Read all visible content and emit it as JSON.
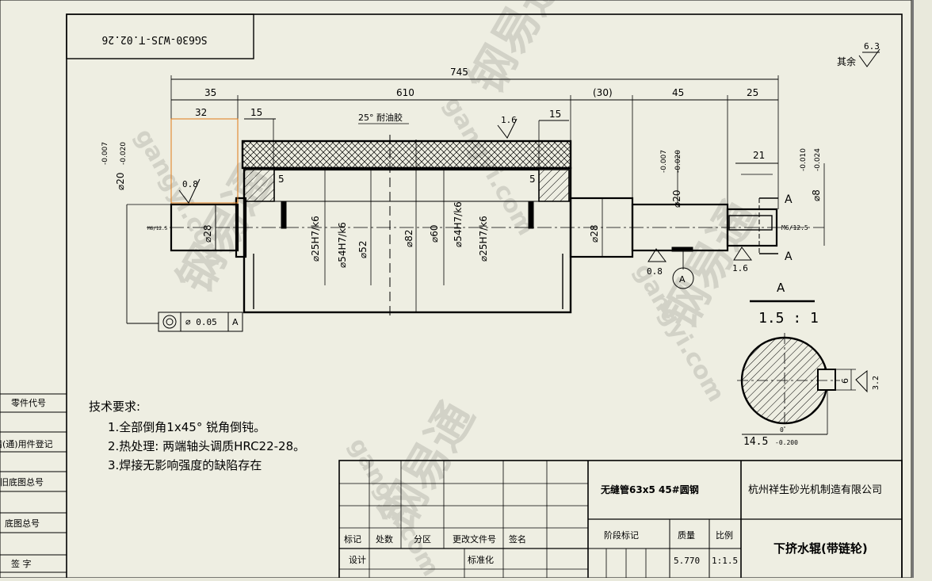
{
  "drawing_number": "SG630-WJS-T.02.26",
  "surface_finish_note": {
    "label": "其余",
    "value": "6.3"
  },
  "dimensions": {
    "overall": "745",
    "left_journal": "35",
    "roll_body": "610",
    "ref_30": "(30)",
    "right_45": "45",
    "right_25": "25",
    "d32": "32",
    "d15_left": "15",
    "d15_right": "15",
    "d5_left": "5",
    "d5_right": "5",
    "d21": "21"
  },
  "annotations": {
    "rubber": "25° 耐油胶",
    "rough_08_left": "0.8",
    "rough_16_top": "1.6",
    "rough_08_right": "0.8",
    "rough_16_right": "1.6",
    "datum": "A",
    "section_mark": "A",
    "section_scale": "1.5 : 1",
    "center_left": "M6/12.5",
    "center_right": "M6/12.5"
  },
  "diameters": {
    "left_tol_top": "-0.007",
    "left_tol_bot": "-0.020",
    "left_d20": "⌀20",
    "left_d28": "⌀28",
    "d25_left": "⌀25H7/k6",
    "d54": "⌀54H7/k6",
    "d52": "⌀52",
    "d82": "⌀82",
    "d60": "⌀60",
    "d54_right": "⌀54H7/k6",
    "d25_right": "⌀25H7/k6",
    "right_d28": "⌀28",
    "right_d20": "⌀20",
    "right_tol_top": "-0.007",
    "right_tol_bot": "-0.020",
    "shaft_d8": "⌀8",
    "shaft_tol_top": "-0.010",
    "shaft_tol_bot": "-0.024"
  },
  "tolerance_frame": {
    "symbol": "◎",
    "value": "⌀ 0.05",
    "datum": "A"
  },
  "key_section": {
    "width": "6",
    "depth": "14.5",
    "depth_tol": "-0.200",
    "depth_tol_top": "0",
    "roughness": "3.2"
  },
  "tech_requirements": {
    "title": "技术要求:",
    "items": [
      "1.全部倒角1x45° 锐角倒钝。",
      "2.热处理: 两端轴头调质HRC22-28。",
      "3.焊接无影响强度的缺陷存在"
    ]
  },
  "left_labels": [
    "零件代号",
    "借(通)用件登记",
    "旧底图总号",
    "底图总号",
    "签    字"
  ],
  "title_block": {
    "material_line": "无缝管63x5      45#圆钢",
    "company": "杭州祥生砂光机制造有限公司",
    "part_name": "下挤水辊(带链轮)",
    "header_labels": [
      "标记",
      "处数",
      "分区",
      "更改文件号",
      "签名"
    ],
    "row2_labels": [
      "设计",
      "标准化"
    ],
    "stage_label": "阶段标记",
    "mass_label": "质量",
    "scale_label": "比例",
    "mass": "5.770",
    "scale": "1:1.5"
  },
  "watermarks": [
    "钢易通",
    "gangyi.com",
    "钢易通",
    "gangyi.com",
    "钢易通",
    "gangyi.com"
  ]
}
